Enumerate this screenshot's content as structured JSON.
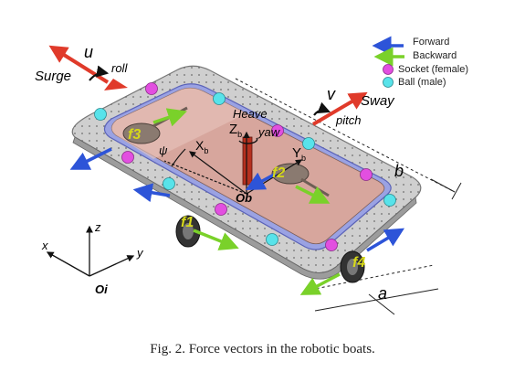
{
  "legend": {
    "forward": {
      "label": "Forward",
      "color": "#2d54d8"
    },
    "backward": {
      "label": "Backward",
      "color": "#7ad12a"
    },
    "socket": {
      "label": "Socket (female)",
      "color": "#e24fe0"
    },
    "ball": {
      "label": "Ball (male)",
      "color": "#58e3ea"
    }
  },
  "labels": {
    "surge": "Surge",
    "u": "u",
    "roll": "roll",
    "v": "v",
    "sway": "Sway",
    "pitch": "pitch",
    "heave": "Heave",
    "yaw": "yaw",
    "zb": "Z",
    "zb_sub": "b",
    "yb": "Y",
    "yb_sub": "b",
    "xb": "X",
    "xb_sub": "b",
    "psi": "ψ",
    "ob": "Ob",
    "oi": "Oi",
    "axis_x": "x",
    "axis_y": "y",
    "axis_z": "z",
    "dim_a": "a",
    "dim_b": "b",
    "f1": "f1",
    "f2": "f2",
    "f3": "f3",
    "f4": "f4"
  },
  "colors": {
    "arrow_red": "#e03a2a",
    "hull_fill": "#d9a9a0",
    "frame": "#c9c9c9",
    "rim": "#8e97d8",
    "force_label": "#d6d81a"
  },
  "caption": "Fig. 2.   Force vectors in the robotic boats."
}
